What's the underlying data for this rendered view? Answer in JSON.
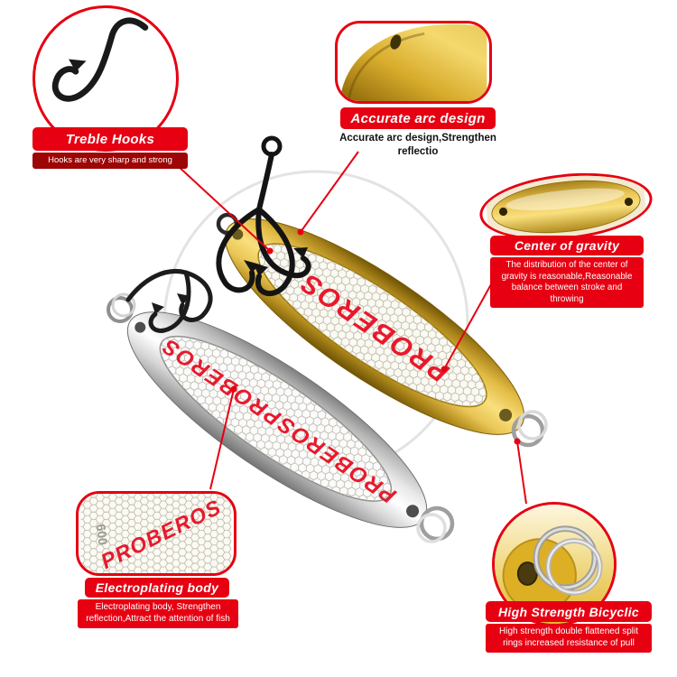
{
  "brand": {
    "lure_text": "PROBEROS",
    "weight_mark": "009"
  },
  "colors": {
    "accent_red": "#e60012",
    "dark_red": "#9e0505",
    "logo_red": "#e8192c",
    "gold": "#d9a91f",
    "silver": "#c9c9c9"
  },
  "callouts": [
    {
      "id": "treble-hooks",
      "title": "Treble Hooks",
      "desc": "Hooks are very sharp and strong"
    },
    {
      "id": "accurate-arc",
      "title": "Accurate arc design",
      "desc": "Accurate arc design,Strengthen reflectio"
    },
    {
      "id": "center-gravity",
      "title": "Center of gravity",
      "desc": "The distribution of the center of gravity is reasonable,Reasonable balance between stroke and throwing"
    },
    {
      "id": "electroplating",
      "title": "Electroplating body",
      "desc": "Electroplating body, Strengthen reflection,Attract the attention of fish"
    },
    {
      "id": "bicyclic",
      "title": "High Strength Bicyclic",
      "desc": "High strength double flattened split rings increased resistance of pull"
    }
  ]
}
